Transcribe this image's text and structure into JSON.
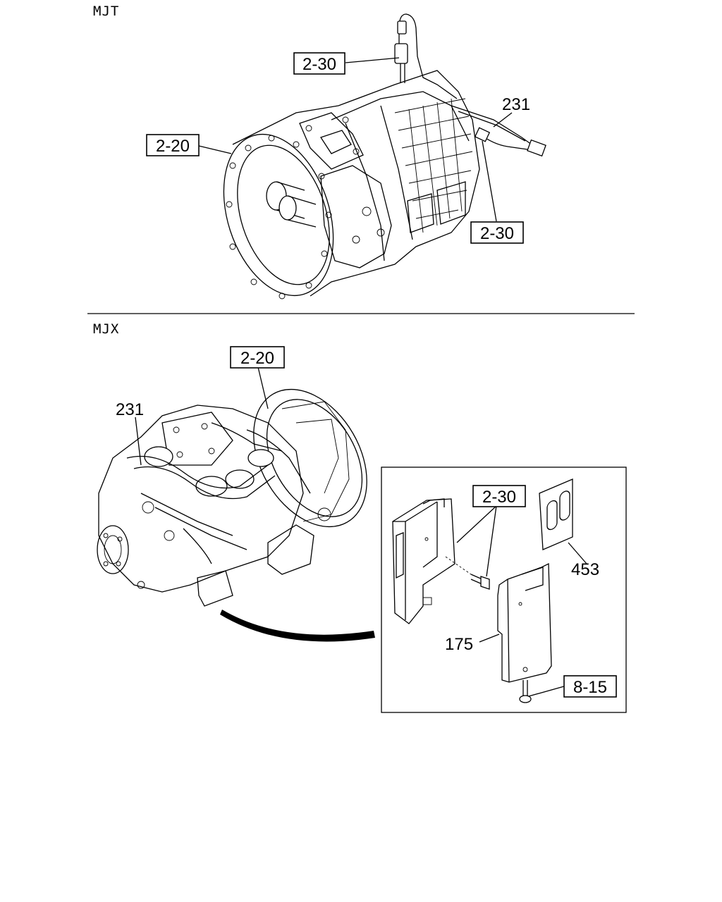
{
  "sections": {
    "top_label": "MJT",
    "bottom_label": "MJX"
  },
  "callouts": {
    "top_2_30_upper": "2-30",
    "top_2_20": "2-20",
    "top_231": "231",
    "top_2_30_lower": "2-30",
    "bottom_2_20": "2-20",
    "bottom_231": "231",
    "detail_2_30": "2-30",
    "detail_453": "453",
    "detail_175": "175",
    "detail_8_15": "8-15"
  }
}
